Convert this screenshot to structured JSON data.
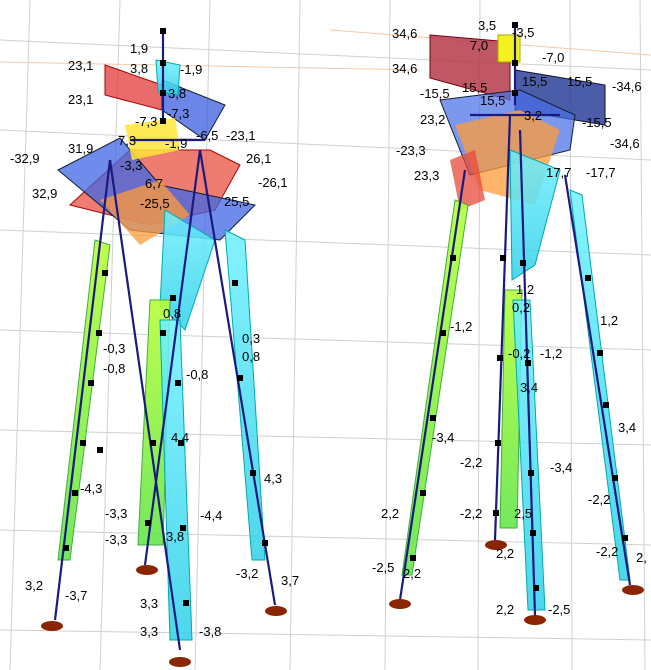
{
  "left_model": {
    "labels": {
      "l01": "1,9",
      "l02": "23,1",
      "l03": "3,8",
      "l04": "-1,9",
      "l05": "23,1",
      "l06": "3,8",
      "l07": "-7,3",
      "l08": "-7,3",
      "l09": "7,3",
      "l10": "-6,5",
      "l11": "-23,1",
      "l12": "31,9",
      "l13": "-32,9",
      "l14": "-1,9",
      "l15": "26,1",
      "l16": "-3,3",
      "l17": "6,7",
      "l18": "-26,1",
      "l19": "32,9",
      "l20": "-25,5",
      "l21": "25,5",
      "l22": "0,8",
      "l23": "0,3",
      "l24": "-0,3",
      "l25": "0,8",
      "l26": "-0,8",
      "l27": "-0,8",
      "l28": "4,4",
      "l29": "4,3",
      "l30": "-4,3",
      "l31": "-3,3",
      "l32": "-4,4",
      "l33": "-3,3",
      "l34": "3,8",
      "l35": "3,2",
      "l36": "-3,7",
      "l37": "-3,2",
      "l38": "3,7",
      "l39": "3,3",
      "l40": "3,3",
      "l41": "-3,8"
    }
  },
  "right_model": {
    "labels": {
      "r01": "3,5",
      "r02": "-3,5",
      "r03": "34,6",
      "r04": "7,0",
      "r05": "-7,0",
      "r06": "34,6",
      "r07": "15,5",
      "r08": "15,5",
      "r09": "-34,6",
      "r10": "-15,5",
      "r11": "15,5",
      "r12": "15,5",
      "r13": "23,2",
      "r14": "3,2",
      "r15": "-15,5",
      "r16": "-34,6",
      "r17": "-23,3",
      "r18": "23,3",
      "r19": "17,7",
      "r20": "-17,7",
      "r21": "1,2",
      "r22": "0,2",
      "r23": "-1,2",
      "r24": "1,2",
      "r25": "-0,2",
      "r26": "-1,2",
      "r27": "3,4",
      "r28": "-3,4",
      "r29": "3,4",
      "r30": "-2,2",
      "r31": "-3,4",
      "r32": "-2,2",
      "r33": "2,2",
      "r34": "-2,2",
      "r35": "2,5",
      "r36": "2,2",
      "r37": "-2,5",
      "r38": "2,2",
      "r39": "-2,2",
      "r40": "2,",
      "r41": "2,2",
      "r42": "-2,5"
    }
  }
}
